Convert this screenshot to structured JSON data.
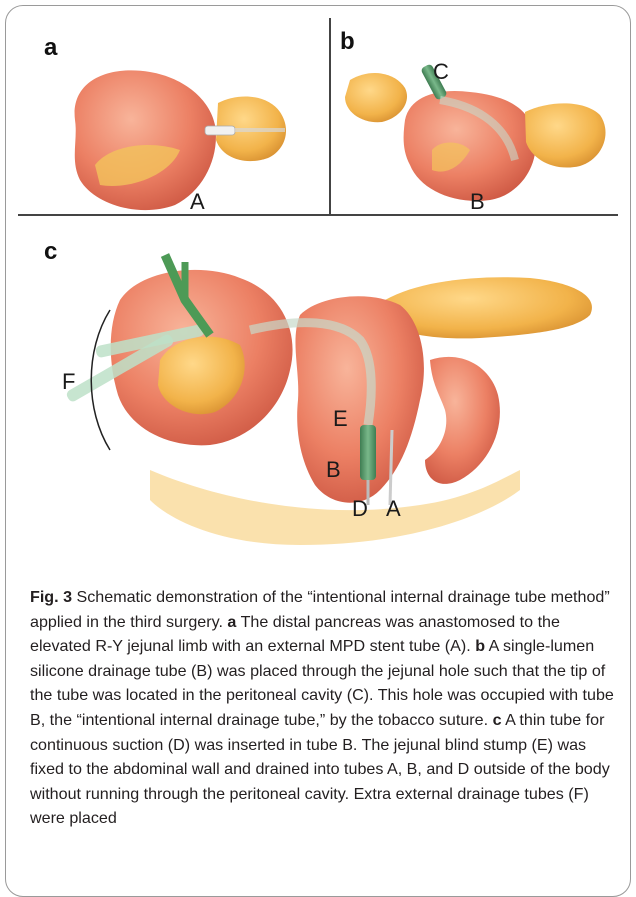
{
  "panels": {
    "a": {
      "letter": "a",
      "label_a": "A"
    },
    "b": {
      "letter": "b",
      "label_b": "B",
      "label_c": "C"
    },
    "c": {
      "letter": "c",
      "label_f": "F",
      "label_e": "E",
      "label_b": "B",
      "label_d": "D",
      "label_a": "A"
    }
  },
  "caption": {
    "fig_label": "Fig. 3",
    "intro": "Schematic demonstration of the “intentional internal drainage tube method” applied in the third surgery.",
    "a_letter": "a",
    "a_text": "The distal pancreas was anastomosed to the elevated R-Y jejunal limb with an external MPD stent tube (A).",
    "b_letter": "b",
    "b_text": "A single-lumen silicone drainage tube (B) was placed through the jejunal hole such that the tip of the tube was located in the peritoneal cavity (C). This hole was occupied with tube B, the “intentional internal drainage tube,” by the tobacco suture.",
    "c_letter": "c",
    "c_text": "A thin tube for continuous suction (D) was inserted in tube B. The jejunal blind stump (E) was fixed to the abdominal wall and drained into tubes A, B, and D outside of the body without running through the peritoneal cavity. Extra external drainage tubes (F) were placed"
  }
}
